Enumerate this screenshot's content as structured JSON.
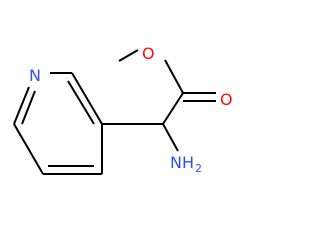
{
  "molecule": {
    "atoms": {
      "nitrogen_ring": {
        "label": "N",
        "color": "#3050f8"
      },
      "oxygen_ester": {
        "label": "O",
        "color": "#ff0d0d"
      },
      "oxygen_carbonyl": {
        "label": "O",
        "color": "#ff0d0d"
      },
      "amine": {
        "label": "NH",
        "subscript": "2",
        "color": "#3050f8"
      }
    },
    "bond_color": "#000000"
  }
}
